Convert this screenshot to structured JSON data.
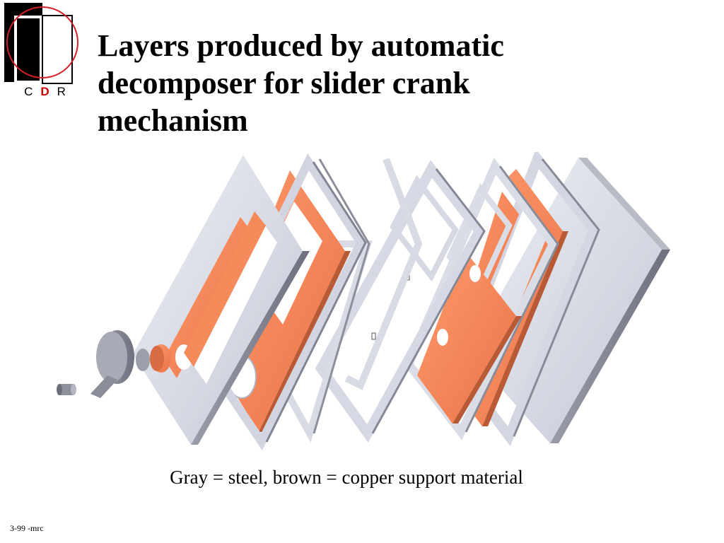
{
  "logo": {
    "letters": [
      "C",
      "D",
      "R"
    ],
    "accent_color": "#cc0000"
  },
  "title": {
    "line1": "Layers produced by automatic",
    "line2": "decomposer for slider crank",
    "line3": "mechanism"
  },
  "figure": {
    "colors": {
      "steel": "#d8d8e4",
      "copper": "#f58a5a"
    }
  },
  "caption": "Gray = steel, brown = copper support material",
  "footer": "3-99  -mrc"
}
